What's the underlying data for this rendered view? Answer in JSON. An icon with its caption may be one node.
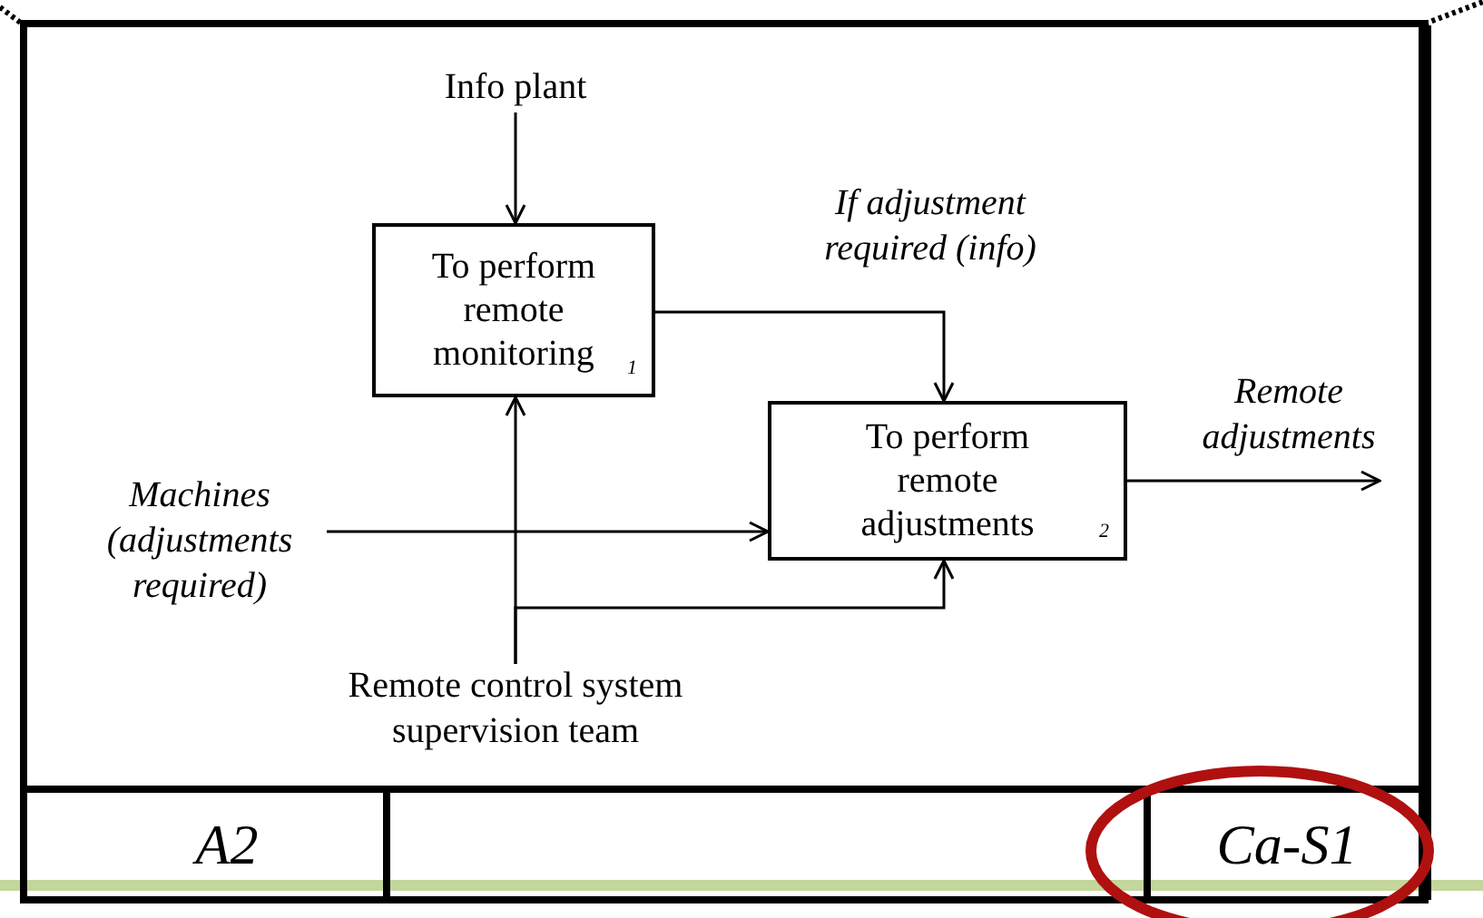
{
  "diagram": {
    "nodes": [
      {
        "text": [
          "Info plant"
        ]
      },
      {
        "text": [
          "To perform remote monitoring",
          "1"
        ]
      },
      {
        "text": [
          "To perform remote adjustments",
          "2"
        ]
      },
      {
        "text": [
          "Machines (adjustments required)"
        ]
      },
      {
        "text": [
          "Remote control system supervision team"
        ]
      }
    ],
    "edges": [
      {
        "from": 0,
        "to": 1,
        "arrow": "to"
      },
      {
        "from": 1,
        "to": 2,
        "arrow": "to",
        "label": "If adjustment required (info)"
      },
      {
        "from": 3,
        "to": 2,
        "arrow": "to"
      },
      {
        "from": 4,
        "to": 1,
        "arrow": "to"
      },
      {
        "from": 4,
        "to": 2,
        "arrow": "to"
      },
      {
        "from": 2,
        "to": null,
        "arrow": "to",
        "label": "Remote adjustments"
      }
    ],
    "labels": [
      "A2",
      "Ca-S1"
    ]
  }
}
